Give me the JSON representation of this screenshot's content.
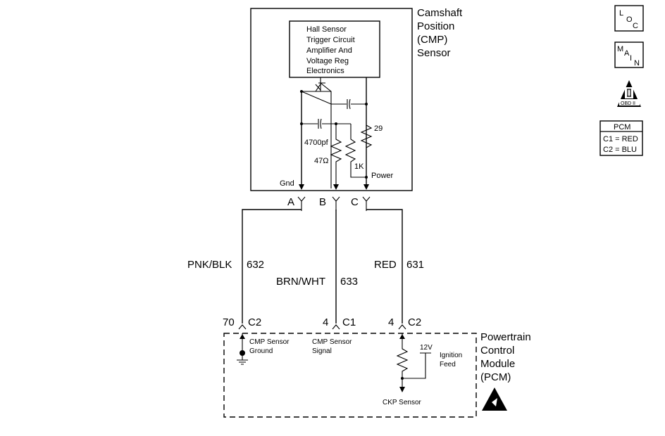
{
  "sensor": {
    "name_lines": [
      "Camshaft",
      "Position",
      "(CMP)",
      "Sensor"
    ],
    "electronics_lines": [
      "Hall Sensor",
      "Trigger Circuit",
      "Amplifier And",
      "Voltage Reg",
      "Electronics"
    ],
    "cap_label": "4700pf",
    "res_47_label": "47Ω",
    "res_1k_label": "1K",
    "res_29_label": "29",
    "gnd_label": "Gnd",
    "power_label": "Power"
  },
  "sensor_pins": [
    "A",
    "B",
    "C"
  ],
  "wires": [
    {
      "color": "PNK/BLK",
      "circuit": "632",
      "pcm_pin": "70",
      "pcm_conn": "C2",
      "pcm_label_lines": [
        "CMP Sensor",
        "Ground"
      ]
    },
    {
      "color": "BRN/WHT",
      "circuit": "633",
      "pcm_pin": "4",
      "pcm_conn": "C1",
      "pcm_label_lines": [
        "CMP Sensor",
        "Signal"
      ]
    },
    {
      "color": "RED",
      "circuit": "631",
      "pcm_pin": "4",
      "pcm_conn": "C2",
      "pcm_label_lines": []
    }
  ],
  "pcm": {
    "name_lines": [
      "Powertrain",
      "Control",
      "Module",
      "(PCM)"
    ],
    "voltage": "12V",
    "ignition_lines": [
      "Ignition",
      "Feed"
    ],
    "ckp_label": "CKP Sensor"
  },
  "side_icons": {
    "loc": [
      "L",
      "O",
      "C"
    ],
    "main": [
      "M",
      "A",
      "I",
      "N"
    ],
    "obd": "OBD II",
    "pcm_legend": {
      "title": "PCM",
      "lines": [
        "C1 = RED",
        "C2 = BLU"
      ]
    }
  }
}
